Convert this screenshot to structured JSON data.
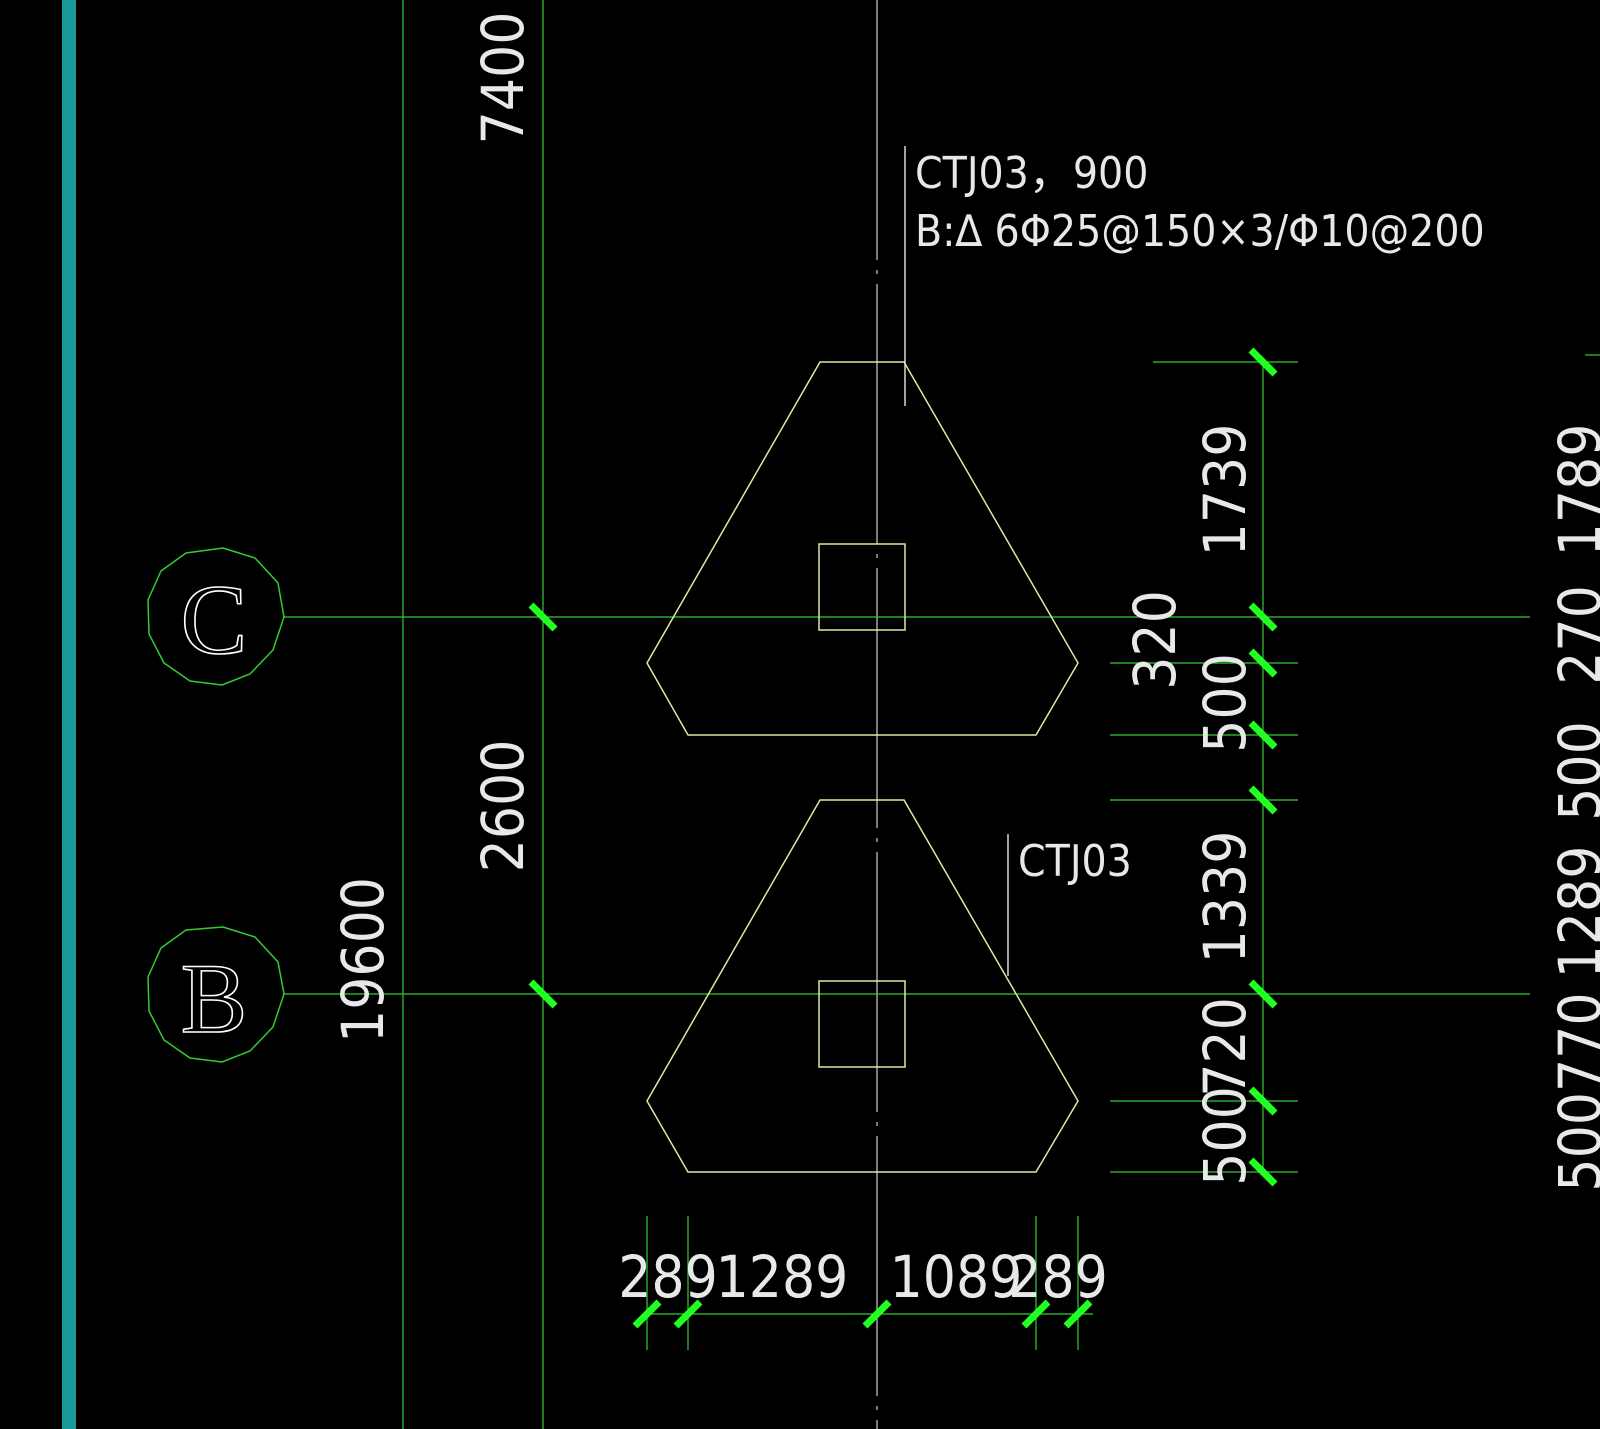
{
  "colors": {
    "background": "#000000",
    "grid_line": "#33cc33",
    "dim_line": "#33cc33",
    "tick": "#22ff22",
    "outline": "#e6e6a0",
    "center_line": "#cfcfcf",
    "text": "#e8e8e8",
    "sidebar": "#1a9a9a"
  },
  "axes": {
    "C": "C",
    "B": "B"
  },
  "annotations": {
    "cap1_name": "CTJ03，900",
    "cap1_rebar": "B:∆ 6Φ25@150×3/Φ10@200",
    "cap2_name": "CTJ03"
  },
  "dimensions": {
    "left": {
      "d7400": "7400",
      "d2600": "2600",
      "d19600": "19600"
    },
    "right": {
      "d1739": "1739",
      "d320": "320",
      "d500a": "500",
      "d1339": "1339",
      "d720": "720",
      "d500b": "500"
    },
    "far_right": {
      "d1789": "1789",
      "d270": "270",
      "d500": "500",
      "d1289": "1289",
      "d500770": "500770"
    },
    "bottom": {
      "d289a": "289",
      "d1289": "1289",
      "d1089": "1089",
      "d289b": "289"
    }
  }
}
